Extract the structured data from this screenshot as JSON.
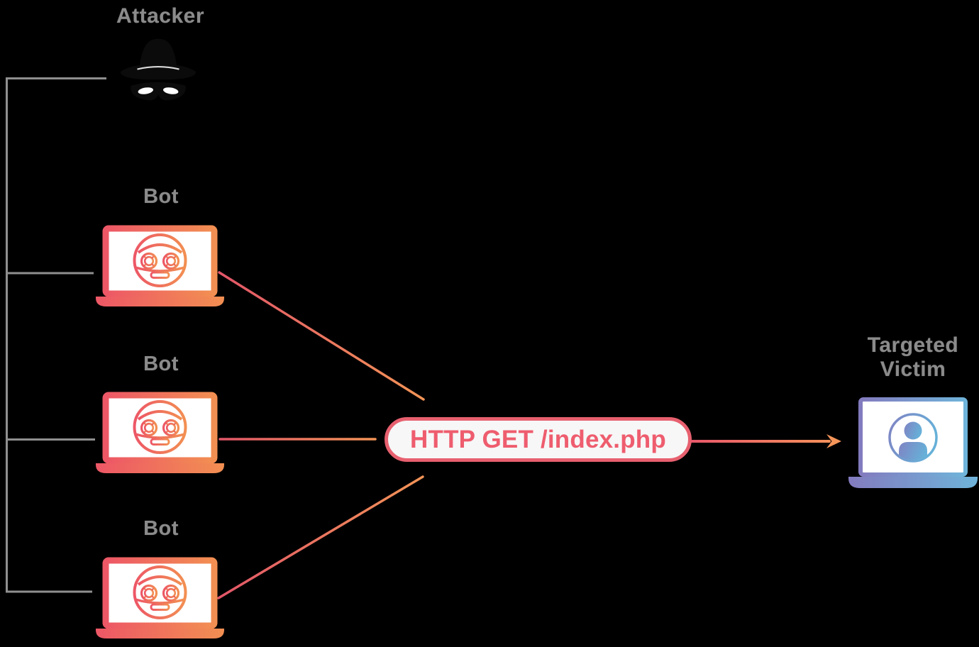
{
  "diagram_type": "ddos-http-flood-attack",
  "background": "#000000",
  "attacker": {
    "label": "Attacker",
    "icon": "spy-hat-mask-icon"
  },
  "bots": [
    {
      "label": "Bot",
      "icon": "robot-laptop-icon"
    },
    {
      "label": "Bot",
      "icon": "robot-laptop-icon"
    },
    {
      "label": "Bot",
      "icon": "robot-laptop-icon"
    }
  ],
  "request": {
    "label": "HTTP GET /index.php"
  },
  "victim": {
    "label": "Targeted Victim",
    "icon": "user-laptop-icon"
  },
  "colors": {
    "label_gray": "#8b8b8b",
    "control_line_gray": "#8f8f8f",
    "bot_gradient_start": "#ed5766",
    "bot_gradient_end": "#f28f52",
    "victim_gradient_start": "#837bbf",
    "victim_gradient_end": "#6fb4da",
    "flow_line_start": "#e25668",
    "flow_line_end": "#f39457",
    "pill_border": "#e7606f",
    "pill_background": "#f7f7f7",
    "pill_text": "#ee5d6e",
    "attacker_icon": "#0b0b0b"
  }
}
